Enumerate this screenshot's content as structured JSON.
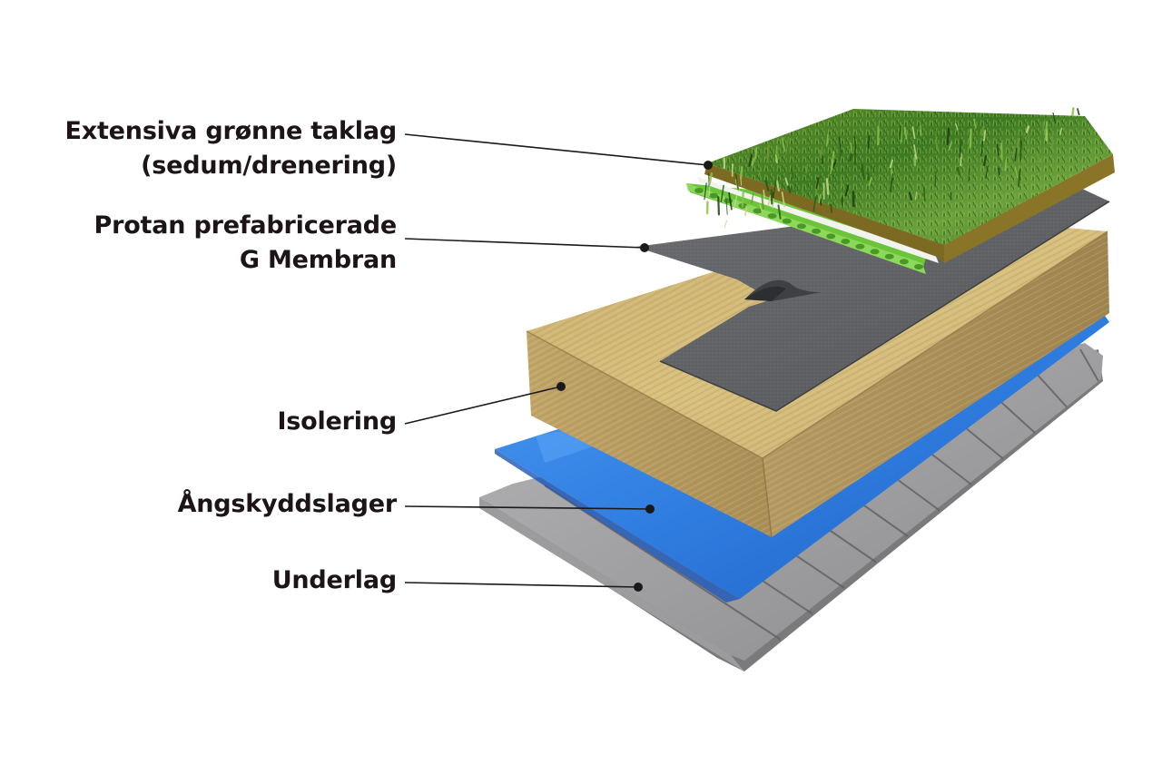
{
  "layers": [
    {
      "id": "green-roof",
      "lines": [
        "Extensiva grønne taklag",
        "(sedum/drenering)"
      ]
    },
    {
      "id": "membrane",
      "lines": [
        "Protan prefabricerade",
        "G Membran"
      ]
    },
    {
      "id": "insulation",
      "lines": [
        "Isolering"
      ]
    },
    {
      "id": "vapor-barrier",
      "lines": [
        "Ångskyddslager"
      ]
    },
    {
      "id": "deck",
      "lines": [
        "Underlag"
      ]
    }
  ],
  "colors": {
    "text": "#1c1416",
    "leader": "#1a1a1a",
    "grass": "#4f8a2a",
    "membrane": "#5d5f62",
    "insulation": "#c9b07a",
    "vapor_barrier": "#2f7de0",
    "deck": "#8d8d8f"
  }
}
